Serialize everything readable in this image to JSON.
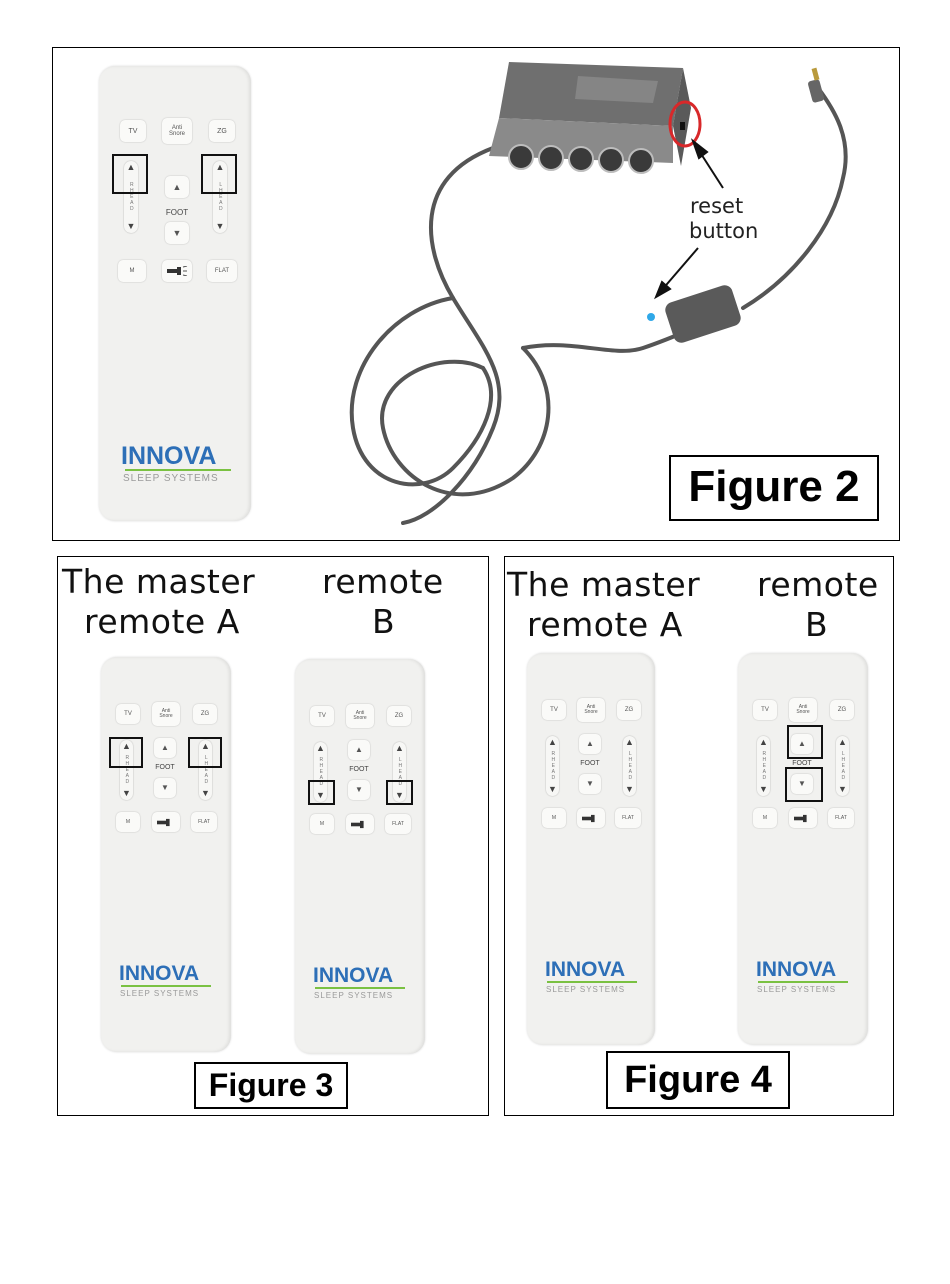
{
  "figure2": {
    "label": "Figure 2",
    "annotation_line1": "reset",
    "annotation_line2": "button"
  },
  "figure3": {
    "label": "Figure 3",
    "caption_a_line1": "The master",
    "caption_a_line2": "remote A",
    "caption_b_line1": "remote",
    "caption_b_line2": "B"
  },
  "figure4": {
    "label": "Figure 4",
    "caption_a_line1": "The master",
    "caption_a_line2": "remote A",
    "caption_b_line1": "remote",
    "caption_b_line2": "B"
  },
  "remote": {
    "tv": "TV",
    "anti_snore_1": "Anti",
    "anti_snore_2": "Snore",
    "zg": "ZG",
    "foot": "FOOT",
    "m": "M",
    "flat": "FLAT",
    "head_left": "RHEAD",
    "head_right": "LHEAD",
    "logo": "INNOVA",
    "logo_sub": "SLEEP SYSTEMS",
    "up": "▲",
    "down": "▼"
  },
  "colors": {
    "logo_blue": "#2d6fb7",
    "logo_green": "#7ac142",
    "reset_circle": "#d8282a",
    "led": "#2fa8e8"
  }
}
